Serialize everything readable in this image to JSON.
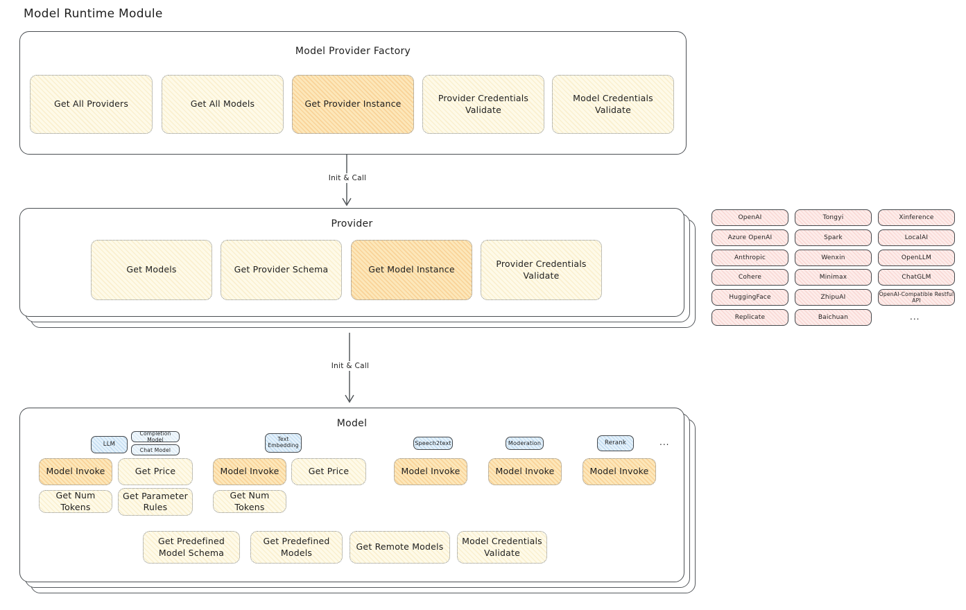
{
  "diagram_title": "Model Runtime Module",
  "colors": {
    "yellow_fill": "#fefae8",
    "orange_fill": "#fdeac2",
    "pink_fill": "#fdecea",
    "blue_fill": "#e4f1fb",
    "outline_dark": "#4a4e52",
    "dotted_border": "#82878c"
  },
  "arrow1": {
    "label": "Init & Call"
  },
  "arrow2": {
    "label": "Init & Call"
  },
  "factory": {
    "title": "Model Provider Factory",
    "items": [
      {
        "label": "Get All Providers",
        "highlight": false
      },
      {
        "label": "Get All Models",
        "highlight": false
      },
      {
        "label": "Get Provider Instance",
        "highlight": true
      },
      {
        "label": "Provider Credentials Validate",
        "highlight": false
      },
      {
        "label": "Model Credentials Validate",
        "highlight": false
      }
    ]
  },
  "provider": {
    "title": "Provider",
    "items": [
      {
        "label": "Get Models",
        "highlight": false
      },
      {
        "label": "Get Provider Schema",
        "highlight": false
      },
      {
        "label": "Get Model Instance",
        "highlight": true
      },
      {
        "label": "Provider Credentials Validate",
        "highlight": false
      }
    ]
  },
  "providers_list": {
    "rows": [
      [
        "OpenAI",
        "Tongyi",
        "Xinference"
      ],
      [
        "Azure OpenAI",
        "Spark",
        "LocalAI"
      ],
      [
        "Anthropic",
        "Wenxin",
        "OpenLLM"
      ],
      [
        "Cohere",
        "Minimax",
        "ChatGLM"
      ],
      [
        "HuggingFace",
        "ZhipuAI",
        "OpenAI-Compatible Restful API"
      ],
      [
        "Replicate",
        "Baichuan",
        "..."
      ]
    ]
  },
  "model": {
    "title": "Model",
    "tags": {
      "llm": "LLM",
      "completion_model": "Completion Model",
      "chat_model": "Chat Model",
      "text_embedding": "Text Embedding",
      "speech2text": "Speech2text",
      "moderation": "Moderation",
      "rerank": "Rerank",
      "more": "..."
    },
    "llm_ops": [
      "Model Invoke",
      "Get Price",
      "Get Num Tokens",
      "Get Parameter Rules"
    ],
    "text_embedding_ops": [
      "Model Invoke",
      "Get Price",
      "Get Num Tokens"
    ],
    "speech2text_ops": [
      "Model Invoke"
    ],
    "moderation_ops": [
      "Model Invoke"
    ],
    "rerank_ops": [
      "Model Invoke"
    ],
    "bottom_ops": [
      "Get Predefined Model Schema",
      "Get Predefined Models",
      "Get Remote Models",
      "Model Credentials Validate"
    ]
  }
}
